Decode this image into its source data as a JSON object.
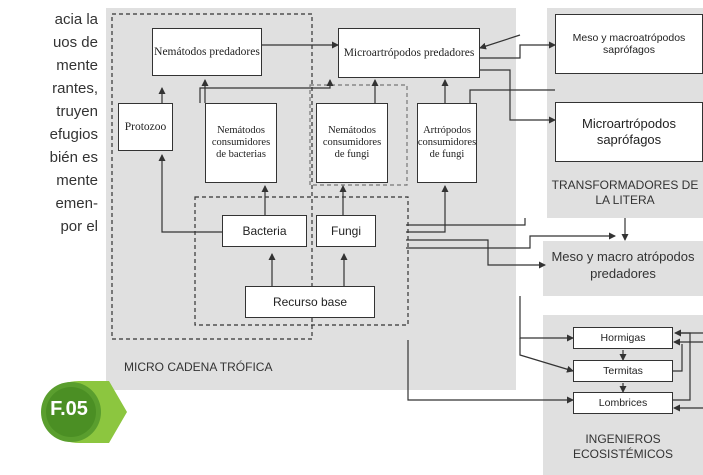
{
  "side_text": {
    "lines": [
      "acia la",
      "uos de",
      "mente",
      "rantes,",
      "truyen",
      "efugios",
      "bién es",
      "mente",
      "emen-",
      "por el"
    ]
  },
  "micro": {
    "label": "MICRO CADENA TRÓFICA",
    "nematodos_predadores": "Nemátodos predadores",
    "microartropodos_predadores": "Microartrópodos predadores",
    "protozoo": "Protozoo",
    "nematodos_bacterias": "Nemátodos consumidores de bacterias",
    "nematodos_fungi": "Nemátodos consumidores de fungi",
    "artropodos_fungi": "Artrópodos consumidores de fungi",
    "bacteria": "Bacteria",
    "fungi": "Fungi",
    "recurso_base": "Recurso base"
  },
  "litera": {
    "label": "TRANSFORMADORES DE LA LITERA",
    "meso_macro_saprofagos": "Meso y macroatrópodos saprófagos",
    "micro_saprofagos": "Microartrópodos saprófagos"
  },
  "predadores": {
    "label": "Meso y macro atrópodos predadores"
  },
  "ingenieros": {
    "label": "INGENIEROS ECOSISTÉMICOS",
    "hormigas": "Hormigas",
    "termitas": "Termitas",
    "lombrices": "Lombrices"
  },
  "badge": {
    "text": "F.05",
    "color": "#5a9e2e"
  },
  "colors": {
    "panel": "#e0e0e0",
    "line": "#333333"
  }
}
